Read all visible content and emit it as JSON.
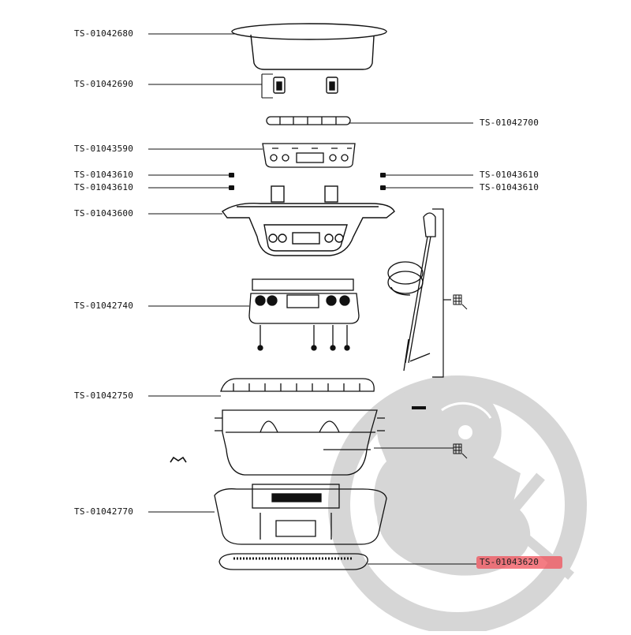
{
  "diagram": {
    "parts": [
      {
        "id": "p1",
        "ref": "TS-01042680"
      },
      {
        "id": "p2",
        "ref": "TS-01042690"
      },
      {
        "id": "p3",
        "ref": "TS-01042700"
      },
      {
        "id": "p4",
        "ref": "TS-01043590"
      },
      {
        "id": "p5",
        "ref": "TS-01043610"
      },
      {
        "id": "p6",
        "ref": "TS-01043610"
      },
      {
        "id": "p7",
        "ref": "TS-01043610"
      },
      {
        "id": "p8",
        "ref": "TS-01043610"
      },
      {
        "id": "p9",
        "ref": "TS-01043600"
      },
      {
        "id": "p10",
        "ref": "TS-01042740"
      },
      {
        "id": "p11",
        "ref": "TS-01042750"
      },
      {
        "id": "p12",
        "ref": "TS-01042770"
      },
      {
        "id": "p13",
        "ref": "TS-01043620"
      }
    ],
    "highlighted_ref": "TS-01043620",
    "colors": {
      "highlight": "#f0505a",
      "watermark": "#d4d4d4",
      "line": "#111111"
    },
    "icons": [
      "tools-watermark-icon",
      "component-kit-icon"
    ]
  }
}
